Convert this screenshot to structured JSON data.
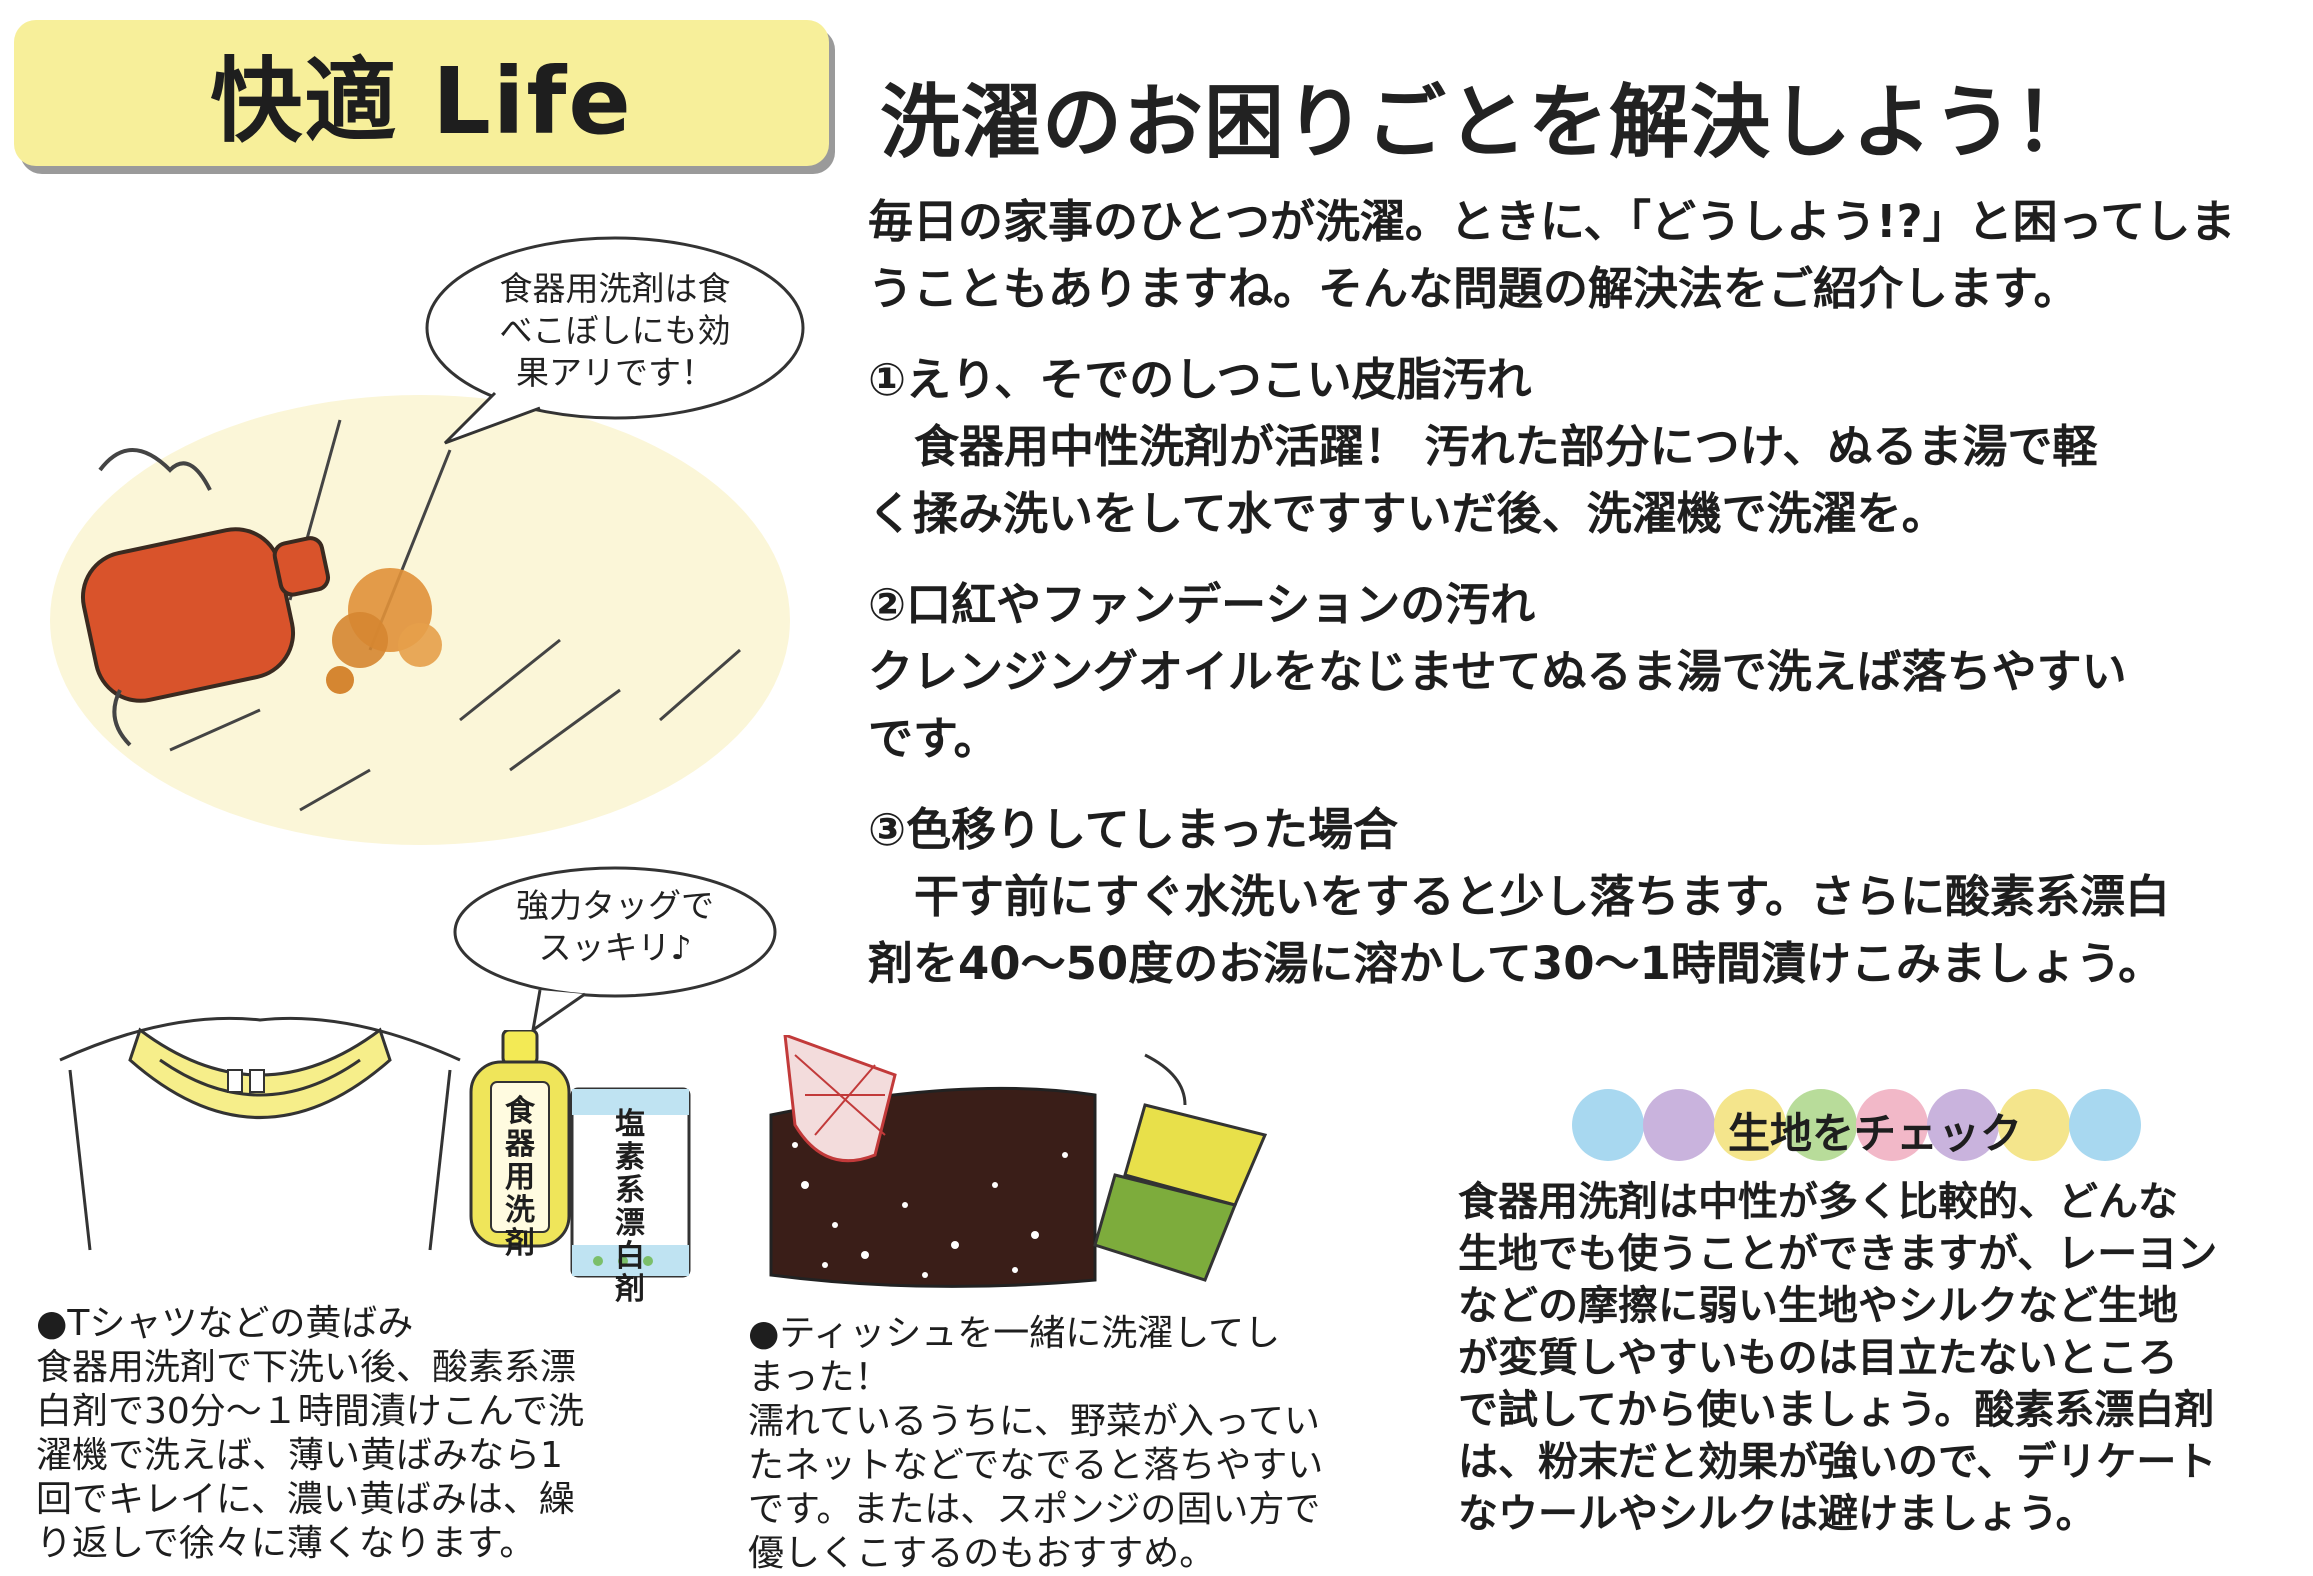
{
  "header": {
    "tab_title": "快適 Life",
    "headline": "洗濯のお困りごとを解決しよう！"
  },
  "intro": {
    "lines": [
      "毎日の家事のひとつが洗濯。ときに、「どうしよう!?」と困ってしま",
      "うこともありますね。そんな問題の解決法をご紹介します。"
    ]
  },
  "tips": [
    {
      "title": "①えり、そでのしつこい皮脂汚れ",
      "lines": [
        "食器用中性洗剤が活躍！ 汚れた部分につけ、ぬるま湯で軽",
        "く揉み洗いをして水ですすいだ後、洗濯機で洗濯を。"
      ]
    },
    {
      "title": "②口紅やファンデーションの汚れ",
      "lines": [
        "クレンジングオイルをなじませてぬるま湯で洗えば落ちやすい",
        "です。"
      ]
    },
    {
      "title": "③色移りしてしまった場合",
      "lines": [
        "干す前にすぐ水洗いをすると少し落ちます。さらに酸素系漂白",
        "剤を40～50度のお湯に溶かして30～1時間漬けこみましょう。"
      ]
    }
  ],
  "bubbles": {
    "top": [
      "食器用洗剤は食",
      "べこぼしにも効",
      "果アリです！"
    ],
    "middle": [
      "強力タッグで",
      "スッキリ♪"
    ]
  },
  "bottles": {
    "dish_label": "食器用洗剤",
    "bleach_label": "塩素系漂白剤"
  },
  "captions": {
    "tshirt": {
      "title": "●Tシャツなどの黄ばみ",
      "lines": [
        "食器用洗剤で下洗い後、酸素系漂",
        "白剤で30分～１時間漬けこんで洗",
        "濯機で洗えば、薄い黄ばみなら1",
        "回でキレイに、濃い黄ばみは、繰",
        "り返しで徐々に薄くなります。"
      ]
    },
    "tissue": {
      "title_lines": [
        "●ティッシュを一緒に洗濯してし",
        "まった！"
      ],
      "lines": [
        "濡れているうちに、野菜が入ってい",
        "たネットなどでなでると落ちやすい",
        "です。または、スポンジの固い方で",
        "優しくこするのもおすすめ。"
      ]
    }
  },
  "check": {
    "title": "生地をチェック",
    "lines": [
      "食器用洗剤は中性が多く比較的、どんな",
      "生地でも使うことができますが、レーヨン",
      "などの摩擦に弱い生地やシルクなど生地",
      "が変質しやすいものは目立たないところ",
      "で試してから使いましょう。酸素系漂白剤",
      "は、粉末だと効果が強いので、デリケート",
      "なウールやシルクは避けましょう。"
    ],
    "dot_colors": [
      "#a8d8f0",
      "#c9b3dd",
      "#f4e58c",
      "#b8dc9a",
      "#f2b8c8"
    ]
  }
}
